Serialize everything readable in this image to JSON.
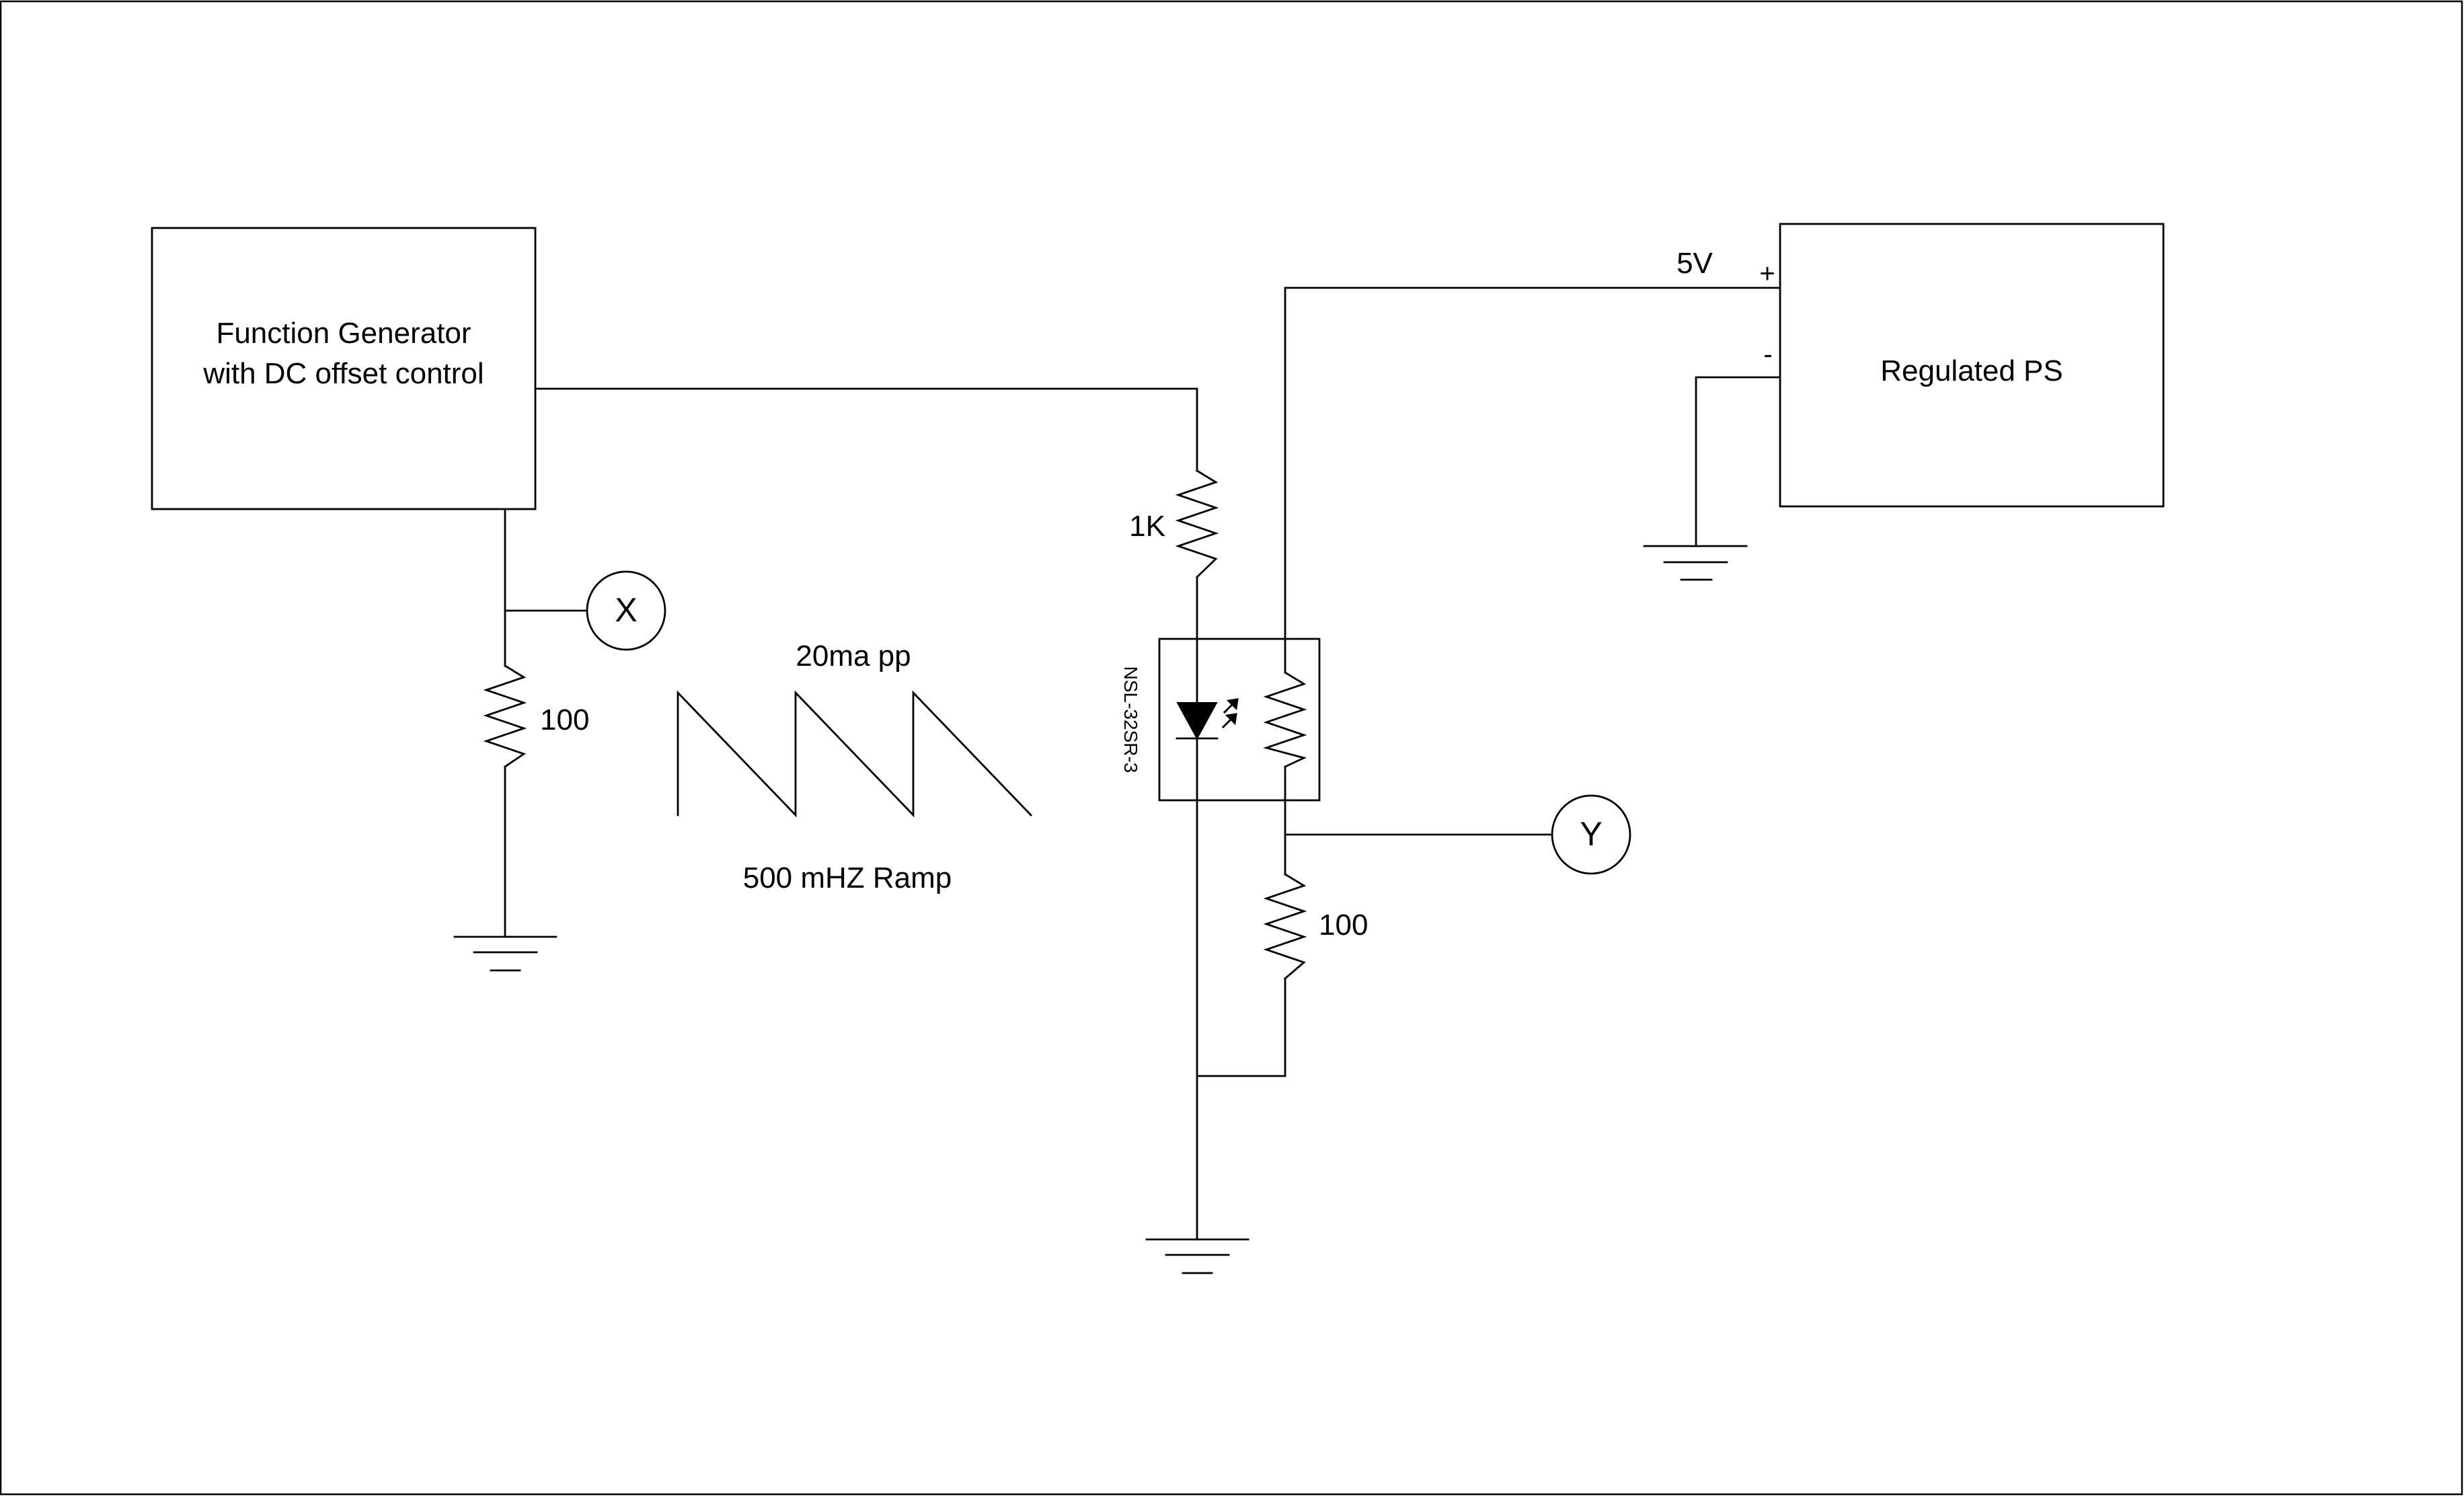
{
  "function_generator": {
    "line1": "Function Generator",
    "line2": "with DC offset control"
  },
  "power_supply": {
    "label": "Regulated PS",
    "plus": "+",
    "minus": "-",
    "voltage": "5V"
  },
  "resistors": {
    "r_input": "1K",
    "r_x_shunt": "100",
    "r_y_shunt": "100"
  },
  "optocoupler": {
    "part": "NSL-32SR-3"
  },
  "probes": {
    "x": "X",
    "y": "Y"
  },
  "waveform": {
    "amplitude": "20ma pp",
    "description": "500 mHZ Ramp"
  }
}
